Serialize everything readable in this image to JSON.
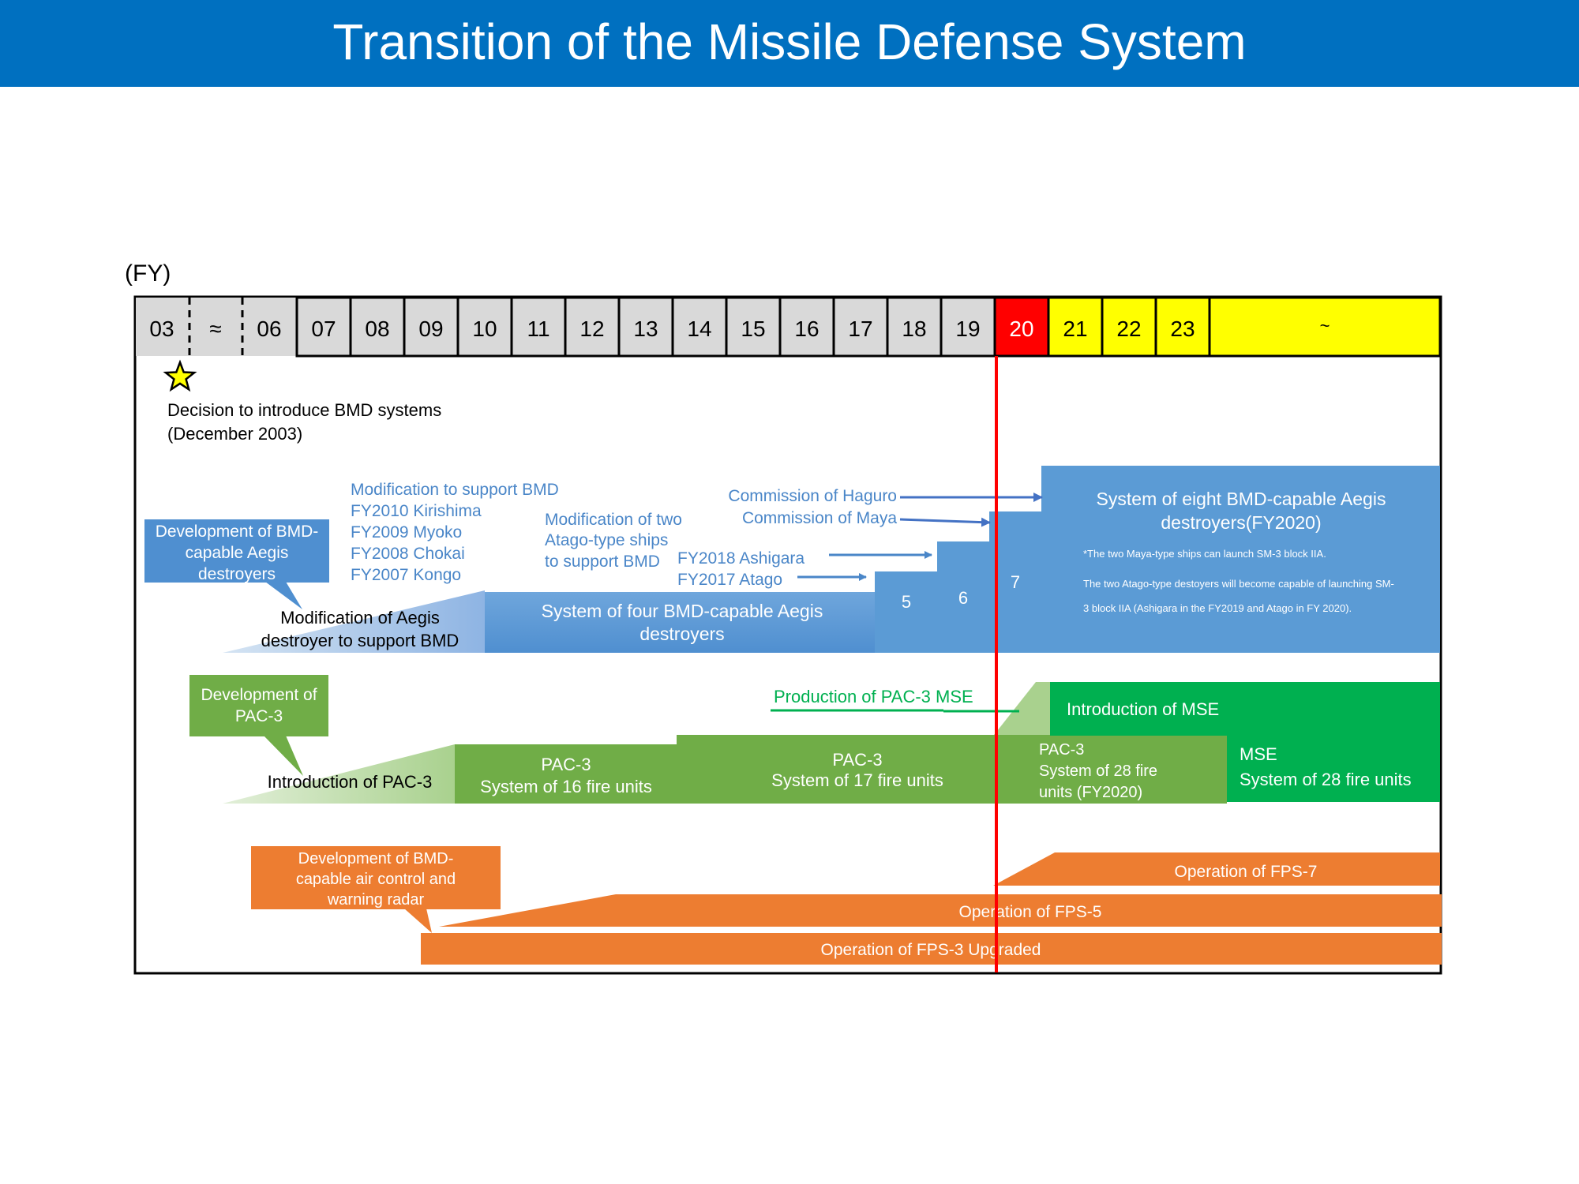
{
  "title": "Transition of the Missile Defense System",
  "fy_label": "(FY)",
  "years": [
    "03",
    "≈",
    "06",
    "07",
    "08",
    "09",
    "10",
    "11",
    "12",
    "13",
    "14",
    "15",
    "16",
    "17",
    "18",
    "19",
    "20",
    "21",
    "22",
    "23",
    "~"
  ],
  "decision": {
    "line1": "Decision to introduce BMD systems",
    "line2": "(December 2003)"
  },
  "aegis": {
    "callout": [
      "Development of BMD-",
      "capable Aegis",
      "destroyers"
    ],
    "modification_label": [
      "Modification of Aegis",
      "destroyer to support BMD"
    ],
    "modification_list": [
      "Modification to support BMD",
      "FY2010 Kirishima",
      "FY2009 Myoko",
      "FY2008 Chokai",
      "FY2007 Kongo"
    ],
    "atago_mod": [
      "Modification of two",
      "Atago-type ships",
      "to support BMD"
    ],
    "ashigara": "FY2018 Ashigara",
    "atago": "FY2017 Atago",
    "haguro": "Commission of Haguro",
    "maya": "Commission of Maya",
    "four_system": [
      "System of four BMD-capable Aegis",
      "destroyers"
    ],
    "step5": "5",
    "step6": "6",
    "step7": "7",
    "eight_system": [
      "System of eight BMD-capable Aegis",
      "destroyers(FY2020)"
    ],
    "note1": "*The two Maya-type ships can launch SM-3 block IIA.",
    "note2": [
      "The two Atago-type destoyers will become capable of launching SM-",
      "3 block IIA (Ashigara in the FY2019 and Atago in FY 2020)."
    ]
  },
  "pac3": {
    "callout": [
      "Development of",
      "PAC-3"
    ],
    "introduction": "Introduction of PAC-3",
    "mse_production": "Production of PAC-3 MSE",
    "sys16": [
      "PAC-3",
      "System of 16 fire units"
    ],
    "sys17": [
      "PAC-3",
      "System of 17 fire units"
    ],
    "sys28": [
      "PAC-3",
      "System of 28 fire",
      "units (FY2020)"
    ],
    "mse_intro": "Introduction of MSE",
    "mse_sys": [
      "MSE",
      "System of 28 fire units"
    ]
  },
  "radar": {
    "callout": [
      "Development of BMD-",
      "capable air control and",
      "warning radar"
    ],
    "fps7": "Operation of FPS-7",
    "fps5": "Operation of FPS-5",
    "fps3": "Operation of FPS-3 Upgraded"
  },
  "colors": {
    "banner": "#0070c0",
    "year_cell": "#d9d9d9",
    "current_year": "#ff0000",
    "future_year": "#ffff00",
    "aegis_text": "#4a86c8",
    "aegis_dark": "#4472c4",
    "aegis_band": "#5b9bd5",
    "pac3_band": "#70ad47",
    "mse": "#00b050",
    "radar": "#ed7d31",
    "star": "#ffff00"
  },
  "icons": {
    "decision_marker": "star-icon"
  }
}
